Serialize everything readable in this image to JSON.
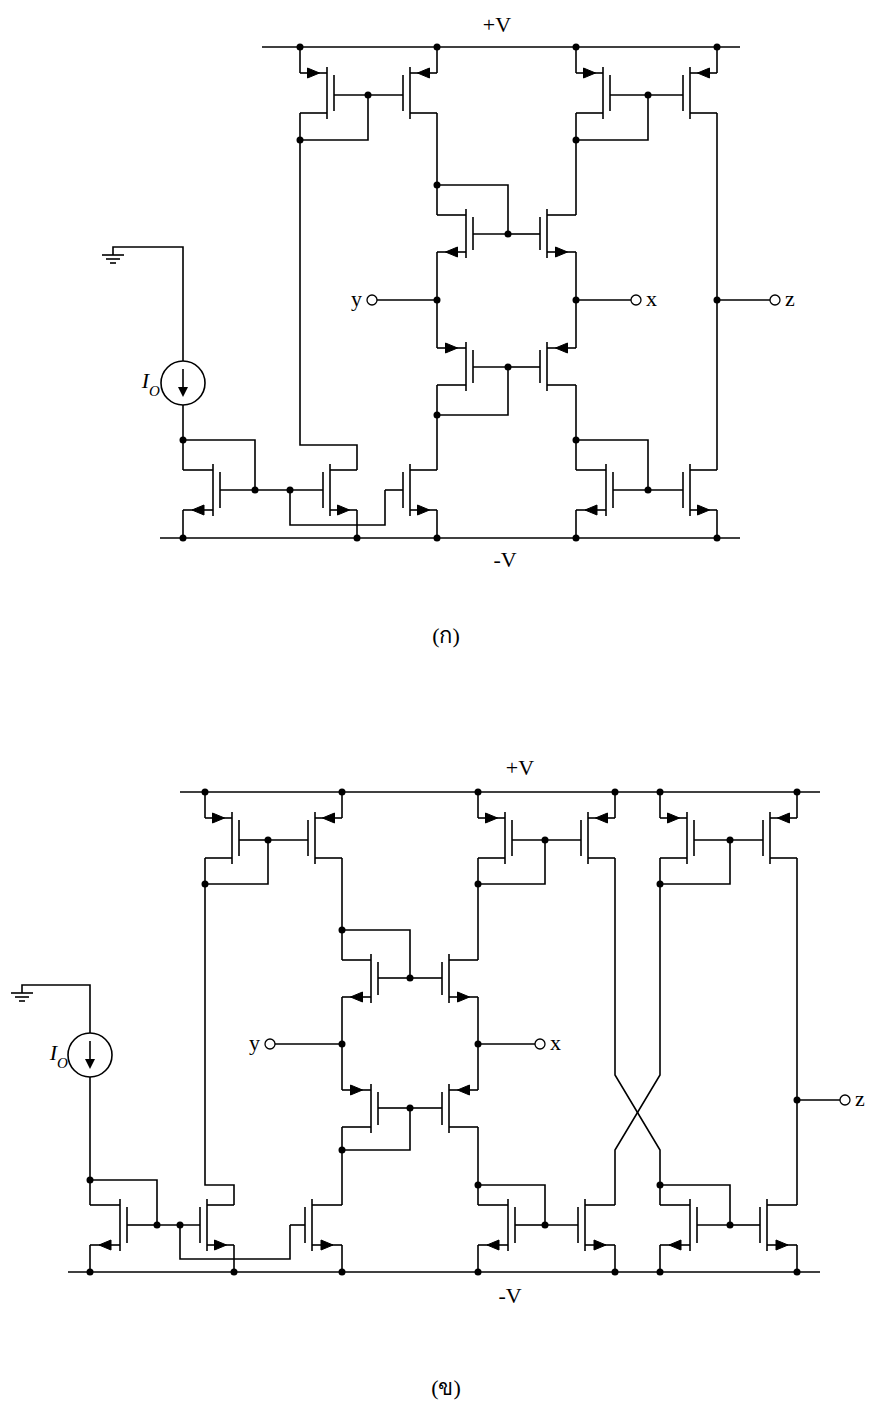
{
  "diagram": {
    "labels": [
      "+V",
      "y",
      "x",
      "z",
      "I",
      "O",
      "-V",
      "(ก)",
      "+V",
      "y",
      "x",
      "z",
      "I",
      "O",
      "-V",
      "(ข)"
    ]
  }
}
